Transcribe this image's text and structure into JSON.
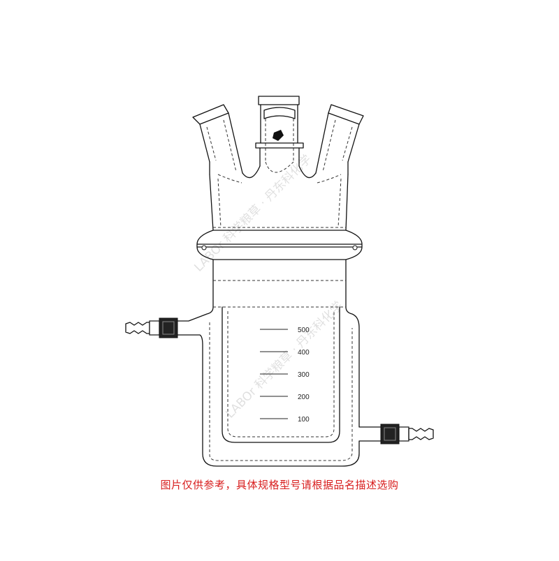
{
  "caption": "图片仅供参考，具体规格型号请根据品名描述选购",
  "graduations": [
    "500",
    "400",
    "300",
    "200",
    "100"
  ],
  "watermark": {
    "line1": "LABOr 科学粮草 · 丹东科化学",
    "line2": "LABOr 科学粮草 · 丹东科化学"
  },
  "colors": {
    "caption": "#d81e1e",
    "line": "#111111"
  }
}
